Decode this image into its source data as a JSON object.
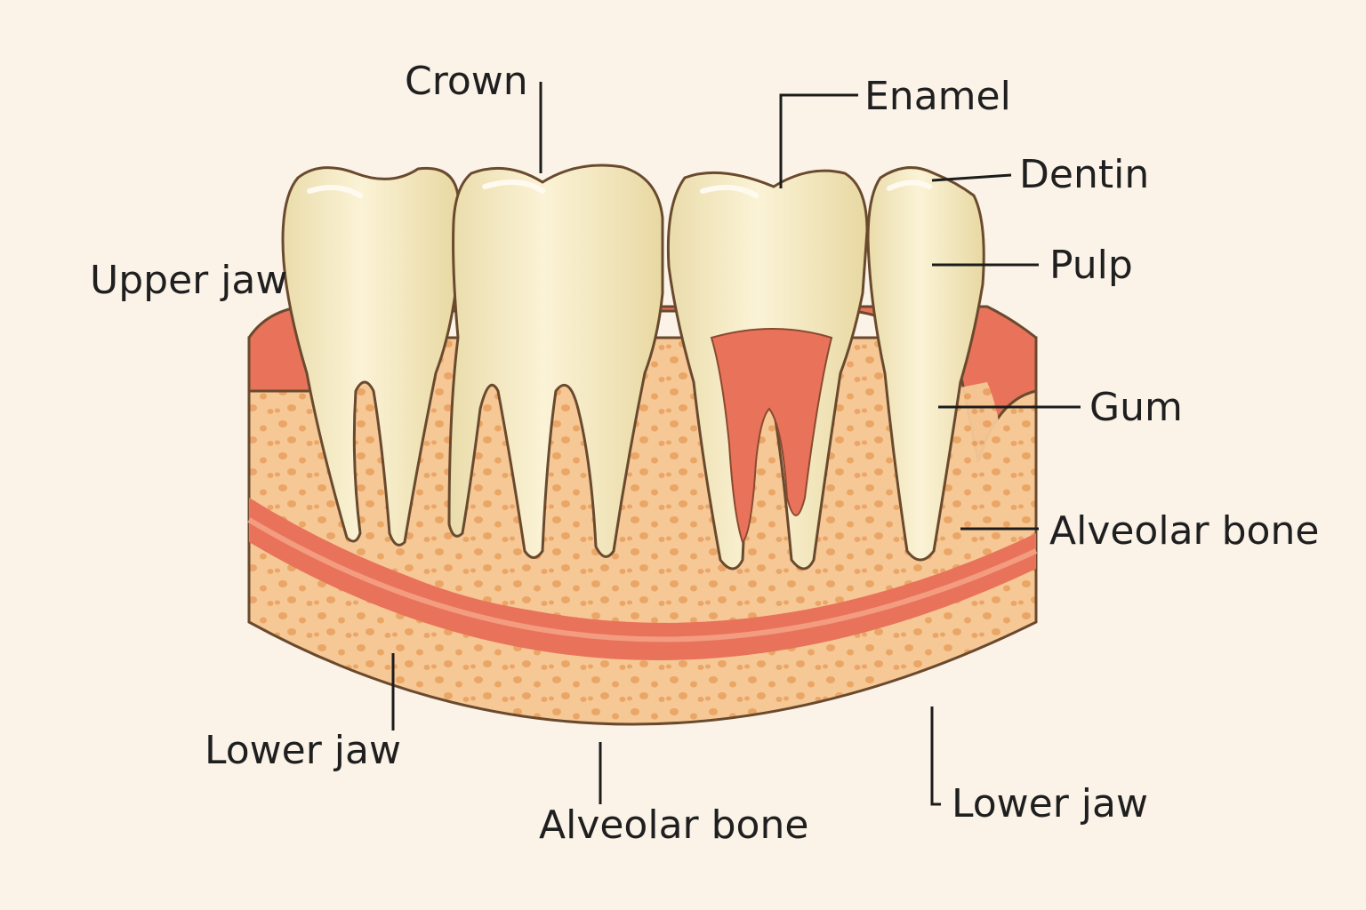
{
  "labels": {
    "crown": "Crown",
    "enamel": "Enamel",
    "dentin": "Dentin",
    "pulp": "Pulp",
    "upper_jaw": "Upper jaw",
    "gum": "Gum",
    "alveolar_bone_right": "Alveolar bone",
    "lower_jaw_left": "Lower jaw",
    "alveolar_bone_bottom": "Alveolar bone",
    "lower_jaw_right": "Lower jaw"
  },
  "colors": {
    "background": "#fbf3e8",
    "tooth": "#f5ebc4",
    "tooth_highlight": "#fdf8e4",
    "gum": "#e8735a",
    "gum_light": "#f39c80",
    "bone": "#f6c896",
    "bone_spots": "#eaa666",
    "outline": "#6a4a2e",
    "text": "#1f1f1f"
  }
}
